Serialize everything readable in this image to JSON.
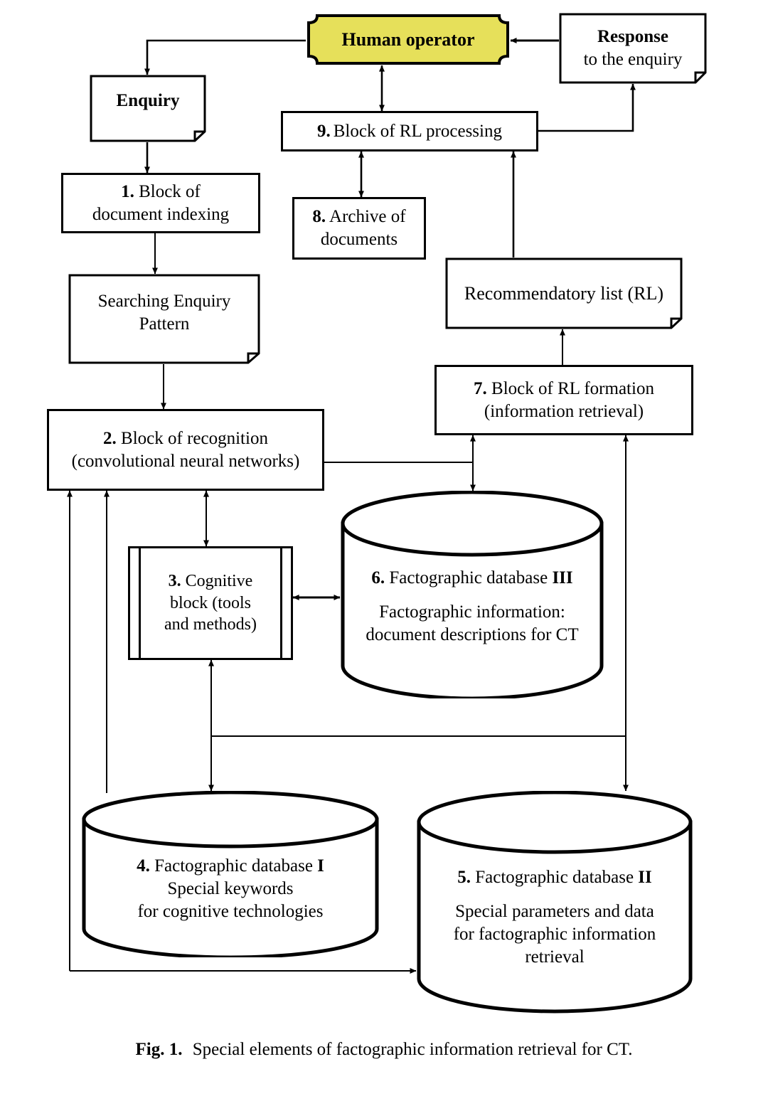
{
  "figure": {
    "caption_label": "Fig. 1.",
    "caption_text": "Special elements of factographic information retrieval for CT."
  },
  "colors": {
    "operator_fill": "#e6e05a",
    "stroke": "#000000",
    "background": "#ffffff"
  },
  "nodes": {
    "human_operator": {
      "label": "Human operator",
      "shape": "operation-rounded",
      "fill": "#e6e05a"
    },
    "response": {
      "line1": "Response",
      "line2": "to the enquiry",
      "shape": "document"
    },
    "enquiry": {
      "label": "Enquiry",
      "shape": "document"
    },
    "block9": {
      "num": "9.",
      "text": "Block of RL processing",
      "shape": "rect"
    },
    "block8": {
      "num": "8.",
      "line1": "Archive of",
      "line2": "documents",
      "shape": "rect"
    },
    "block1": {
      "num": "1.",
      "line1": "Block of",
      "line2": "document indexing",
      "shape": "rect"
    },
    "searching_pattern": {
      "line1": "Searching Enquiry",
      "line2": "Pattern",
      "shape": "document"
    },
    "rec_list": {
      "label": "Recommendatory list (RL)",
      "shape": "document"
    },
    "block7": {
      "num": "7.",
      "line1": "Block of RL formation",
      "line2": "(information retrieval)",
      "shape": "rect"
    },
    "block2": {
      "num": "2.",
      "line1": "Block of recognition",
      "line2": "(convolutional neural networks)",
      "shape": "rect"
    },
    "block3": {
      "num": "3.",
      "line1": "Cognitive",
      "line2": "block (tools",
      "line3": "and methods)",
      "shape": "predefined-process"
    },
    "db6": {
      "num": "6.",
      "title": "Factographic database",
      "roman": "III",
      "line1": "Factographic information:",
      "line2": "document descriptions for CT",
      "shape": "cylinder"
    },
    "db4": {
      "num": "4.",
      "title": "Factographic database",
      "roman": "I",
      "line1": "Special keywords",
      "line2": "for cognitive technologies",
      "shape": "cylinder"
    },
    "db5": {
      "num": "5.",
      "title": "Factographic database",
      "roman": "II",
      "line1": "Special parameters and data",
      "line2": "for factographic information",
      "line3": "retrieval",
      "shape": "cylinder"
    }
  },
  "connections": [
    {
      "from": "response",
      "to": "human_operator",
      "direction": "one-way"
    },
    {
      "from": "human_operator",
      "to": "enquiry",
      "direction": "one-way"
    },
    {
      "from": "human_operator",
      "to": "block9",
      "direction": "two-way"
    },
    {
      "from": "block9",
      "to": "response",
      "direction": "one-way"
    },
    {
      "from": "block9",
      "to": "block8",
      "direction": "two-way"
    },
    {
      "from": "enquiry",
      "to": "block1",
      "direction": "one-way"
    },
    {
      "from": "block1",
      "to": "searching_pattern",
      "direction": "one-way"
    },
    {
      "from": "searching_pattern",
      "to": "block2",
      "direction": "one-way"
    },
    {
      "from": "rec_list",
      "to": "block9",
      "direction": "one-way"
    },
    {
      "from": "block7",
      "to": "rec_list",
      "direction": "one-way"
    },
    {
      "from": "block2",
      "to": "db6",
      "direction": "two-way"
    },
    {
      "from": "block7",
      "to": "db6",
      "direction": "two-way"
    },
    {
      "from": "block7",
      "to": "db5",
      "direction": "two-way"
    },
    {
      "from": "block2",
      "to": "block3",
      "direction": "two-way"
    },
    {
      "from": "block3",
      "to": "db6",
      "direction": "two-way"
    },
    {
      "from": "block3",
      "to": "db4",
      "direction": "two-way"
    },
    {
      "from": "db4",
      "to": "block2",
      "direction": "one-way"
    },
    {
      "from": "db5",
      "to": "block2",
      "direction": "one-way"
    },
    {
      "from": "db4",
      "to": "db5",
      "direction": "one-way"
    }
  ]
}
